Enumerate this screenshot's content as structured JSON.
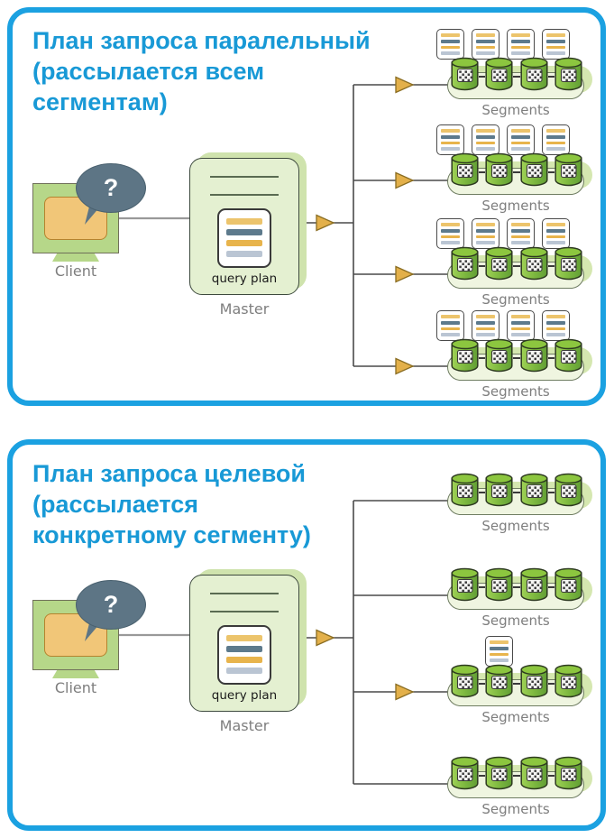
{
  "colors": {
    "panel_border": "#1BA1E1",
    "title_text": "#1899D6",
    "connector_line": "#4a4a4a",
    "client_line": "#999999",
    "arrow_fill": "#E3B04A",
    "arrow_stroke": "#8a6d22",
    "pill_fill": "#EFF5E0",
    "pill_shadow": "#D5E7B0",
    "cylinder_green": "#7DB83F",
    "cylinder_top_green": "#8CC63F",
    "doc_bar_gold": "#ECC46C",
    "doc_bar_slate": "#5D7A8C",
    "doc_bar_silver": "#BAC5D3",
    "monitor_green": "#B6D789",
    "screen_orange": "#F1C678",
    "bubble_slate": "#5D7585"
  },
  "diagrams": [
    {
      "title": "План запроса паралельный\n(рассылается всем\nсегментам)",
      "client": {
        "label": "Client",
        "bubble_text": "?"
      },
      "master": {
        "label": "Master",
        "query_plan_label": "query plan"
      },
      "segment_groups": [
        {
          "label": "Segments",
          "plan_docs": 4,
          "arrow": true
        },
        {
          "label": "Segments",
          "plan_docs": 4,
          "arrow": true
        },
        {
          "label": "Segments",
          "plan_docs": 4,
          "arrow": true
        },
        {
          "label": "Segments",
          "plan_docs": 4,
          "arrow": true
        }
      ]
    },
    {
      "title": "План запроса целевой\n(рассылается\nконкретному сегменту)",
      "client": {
        "label": "Client",
        "bubble_text": "?"
      },
      "master": {
        "label": "Master",
        "query_plan_label": "query plan"
      },
      "segment_groups": [
        {
          "label": "Segments",
          "plan_docs": 0,
          "arrow": false
        },
        {
          "label": "Segments",
          "plan_docs": 0,
          "arrow": false
        },
        {
          "label": "Segments",
          "plan_docs": 1,
          "plan_doc_at": 2,
          "arrow": true
        },
        {
          "label": "Segments",
          "plan_docs": 0,
          "arrow": false
        }
      ]
    }
  ]
}
